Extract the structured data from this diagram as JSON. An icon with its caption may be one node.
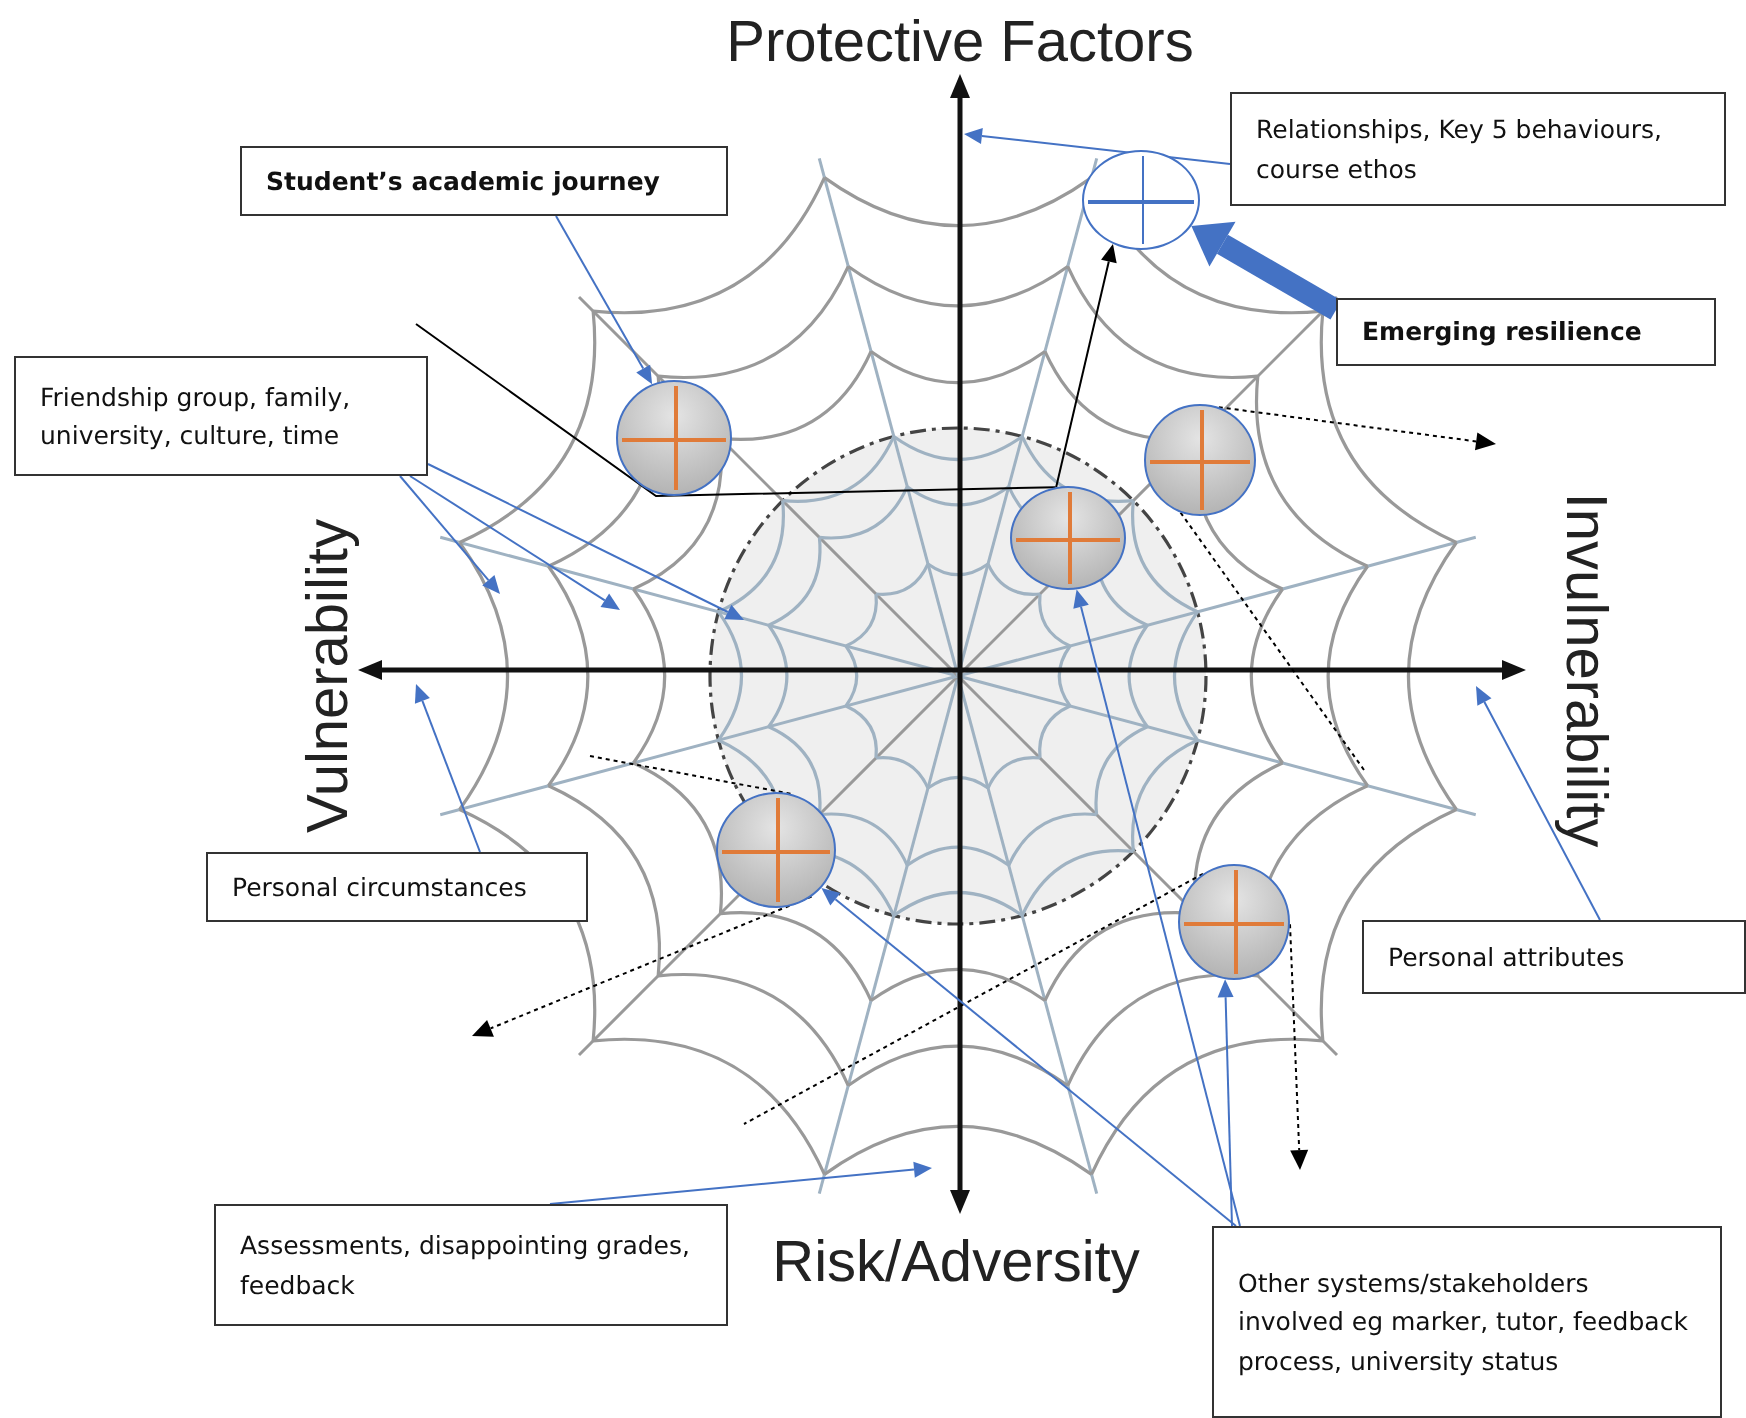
{
  "diagram": {
    "nodes": [
      {
        "text": [
          "Student’s academic journey"
        ]
      },
      {
        "text": [
          "Relationships, Key 5 behaviours, course ethos"
        ]
      },
      {
        "text": [],
        "shape": "circle"
      },
      {
        "text": [
          "Emerging resilience"
        ]
      },
      {
        "text": [
          "Friendship group, family, university, culture, time"
        ]
      },
      {
        "text": [],
        "shape": "circle"
      },
      {
        "text": [],
        "shape": "circle"
      },
      {
        "text": [],
        "shape": "circle"
      },
      {
        "text": [],
        "shape": "circle"
      },
      {
        "text": [],
        "shape": "circle"
      },
      {
        "text": [
          "Personal circumstances"
        ]
      },
      {
        "text": [
          "Personal attributes"
        ]
      },
      {
        "text": [
          "Assessments, disappointing grades, feedback"
        ]
      },
      {
        "text": [
          "Other systems/stakeholders involved eg marker, tutor, feedback process, university status"
        ]
      }
    ],
    "edges": [
      {
        "from": 0,
        "to": 5,
        "arrow": "to"
      },
      {
        "from": 1,
        "to": null,
        "arrow": "to"
      },
      {
        "from": 3,
        "to": 2,
        "arrow": "to",
        "style": "thick"
      },
      {
        "from": 4,
        "to": null,
        "arrow": "to"
      },
      {
        "from": 4,
        "to": null,
        "arrow": "to"
      },
      {
        "from": 4,
        "to": null,
        "arrow": "to"
      },
      {
        "from": 6,
        "to": 2,
        "arrow": "to",
        "color": "#000000"
      },
      {
        "from": null,
        "to": 6,
        "arrow": "none",
        "color": "#000000"
      },
      {
        "from": 7,
        "to": null,
        "arrow": "to",
        "style": "dashed",
        "color": "#000000"
      },
      {
        "from": 7,
        "to": null,
        "arrow": "none",
        "style": "dashed",
        "color": "#000000"
      },
      {
        "from": null,
        "to": 8,
        "arrow": "none",
        "style": "dashed",
        "color": "#000000"
      },
      {
        "from": 8,
        "to": null,
        "arrow": "to",
        "style": "dashed",
        "color": "#000000"
      },
      {
        "from": 9,
        "to": null,
        "arrow": "none",
        "style": "dashed",
        "color": "#000000"
      },
      {
        "from": 9,
        "to": null,
        "arrow": "to",
        "style": "dashed",
        "color": "#000000"
      },
      {
        "from": 10,
        "to": null,
        "arrow": "to"
      },
      {
        "from": 11,
        "to": null,
        "arrow": "to"
      },
      {
        "from": 12,
        "to": null,
        "arrow": "to"
      },
      {
        "from": 13,
        "to": 6,
        "arrow": "to"
      },
      {
        "from": 13,
        "to": 8,
        "arrow": "to"
      },
      {
        "from": 13,
        "to": 9,
        "arrow": "to"
      }
    ],
    "labels": [
      "Protective Factors",
      "Vulnerability",
      "Invulnerability",
      "Risk/Adversity"
    ]
  }
}
